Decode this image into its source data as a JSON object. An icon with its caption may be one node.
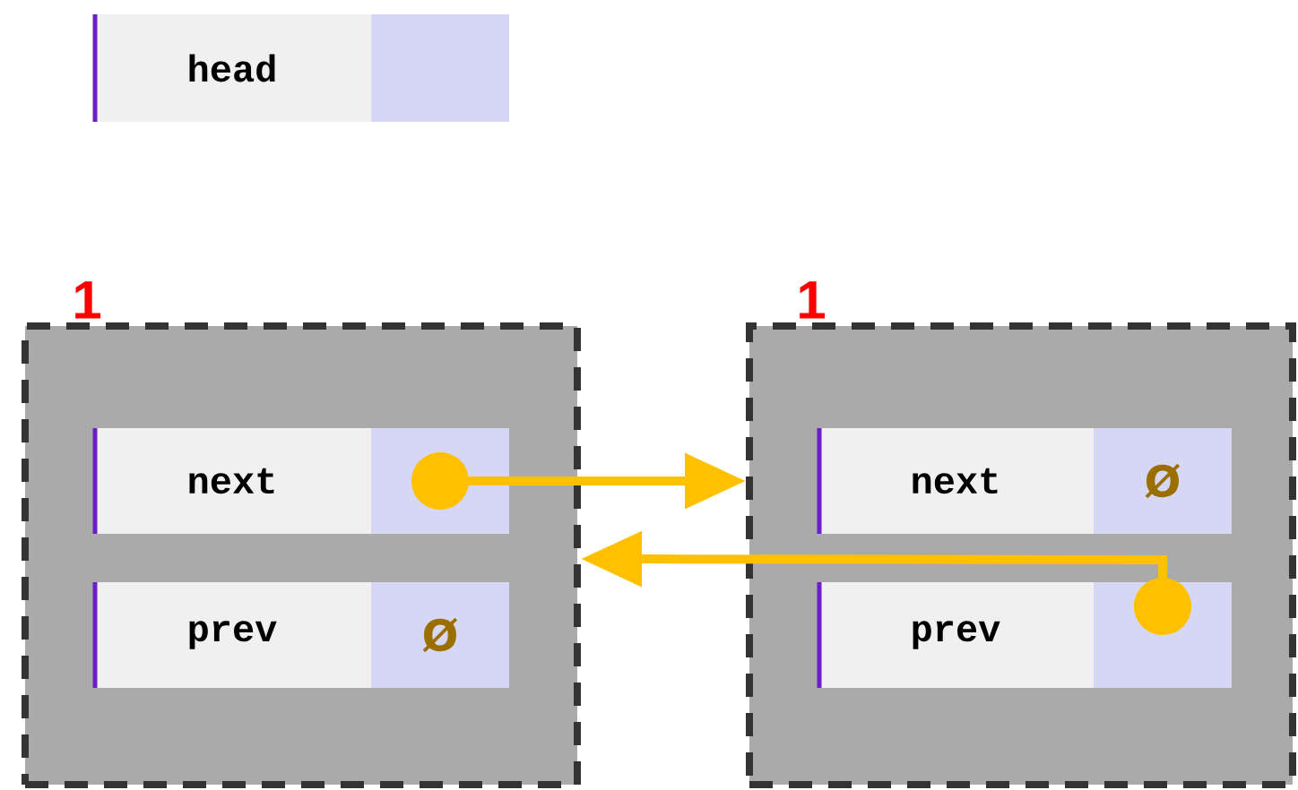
{
  "diagram": {
    "nodes": [
      {
        "text": [
          "head"
        ]
      },
      {
        "text": [],
        "shape": "box"
      },
      {
        "text": [],
        "shape": "box",
        "beside": [
          "1"
        ]
      },
      {
        "text": [
          "next"
        ],
        "in": 2
      },
      {
        "text": [],
        "shape": "box",
        "in": 2
      },
      {
        "text": [
          "prev"
        ],
        "in": 2
      },
      {
        "text": [
          "Ø"
        ],
        "in": 2
      },
      {
        "text": [],
        "shape": "box",
        "beside": [
          "1"
        ]
      },
      {
        "text": [
          "next"
        ],
        "in": 7
      },
      {
        "text": [
          "Ø"
        ],
        "in": 7
      },
      {
        "text": [
          "prev"
        ],
        "in": 7
      },
      {
        "text": [],
        "shape": "box",
        "in": 7
      }
    ],
    "edges": [
      {
        "from": 4,
        "to": 7,
        "arrow": "to"
      },
      {
        "from": 11,
        "to": 2,
        "arrow": "to"
      }
    ]
  }
}
